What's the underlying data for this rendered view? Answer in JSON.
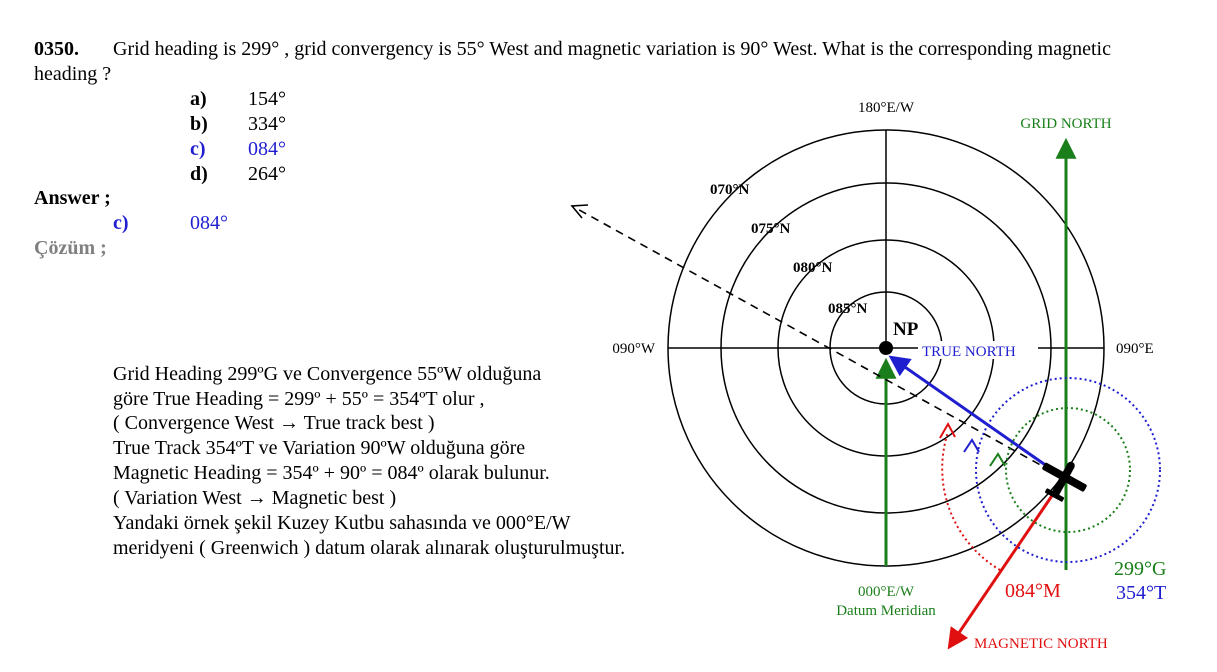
{
  "question": {
    "number": "0350.",
    "text_line1": "Grid heading is 299° , grid convergency is 55° West and magnetic variation is 90° West. What is the corresponding magnetic",
    "text_line2": "heading ?"
  },
  "options": [
    {
      "letter": "a)",
      "value": "154°",
      "color": "#000000"
    },
    {
      "letter": "b)",
      "value": "334°",
      "color": "#000000"
    },
    {
      "letter": "c)",
      "value": "084°",
      "color": "#1f1fd0"
    },
    {
      "letter": "d)",
      "value": "264°",
      "color": "#000000"
    }
  ],
  "answer": {
    "label": "Answer ;",
    "letter": "c)",
    "value": "084°"
  },
  "solution_label": "Çözüm ;",
  "explanation": [
    "Grid Heading 299ºG ve Convergence 55ºW olduğuna",
    "göre  True Heading = 299º + 55º = 354ºT olur ,",
    "( Convergence West → True track best )",
    "True Track 354ºT ve Variation 90ºW olduğuna göre",
    "Magnetic Heading = 354º + 90º = 084º olarak bulunur.",
    "( Variation West → Magnetic best )",
    "Yandaki örnek şekil Kuzey Kutbu sahasında ve 000°E/W",
    "meridyeni ( Greenwich ) datum olarak alınarak oluşturulmuştur."
  ],
  "diagram": {
    "top_label": "180°E/W",
    "left_label": "090°W",
    "right_label": "090°E",
    "bottom_label": "000°E/W",
    "datum_label": "Datum Meridian",
    "pole_label": "NP",
    "circle_labels": [
      "070°N",
      "075°N",
      "080°N",
      "085°N"
    ],
    "grid_north": "GRID NORTH",
    "true_north": "TRUE NORTH",
    "magnetic_north": "MAGNETIC NORTH",
    "grid_heading": "299°G",
    "true_heading": "354°T",
    "magnetic_heading": "084°M",
    "colors": {
      "grid": "#1a7f1a",
      "true": "#1f1fd0",
      "magnetic": "#e01010"
    }
  }
}
